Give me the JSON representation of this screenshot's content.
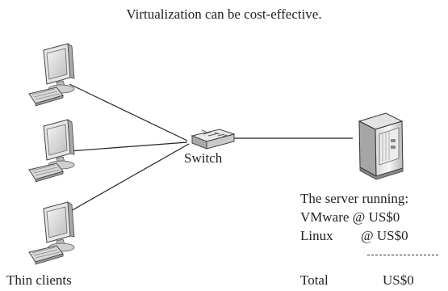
{
  "title": "Virtualization can be cost-effective.",
  "switch_label": "Switch",
  "clients_label": "Thin clients",
  "server": {
    "heading": "The server running:",
    "costs": [
      {
        "name": "VMware",
        "value": "@ US$0"
      },
      {
        "name": "Linux",
        "value": "@ US$0"
      }
    ],
    "total": {
      "name": "Total",
      "value": "US$0"
    }
  },
  "icons": [
    "thin-client-computer-icon",
    "network-switch-icon",
    "tower-server-icon"
  ]
}
